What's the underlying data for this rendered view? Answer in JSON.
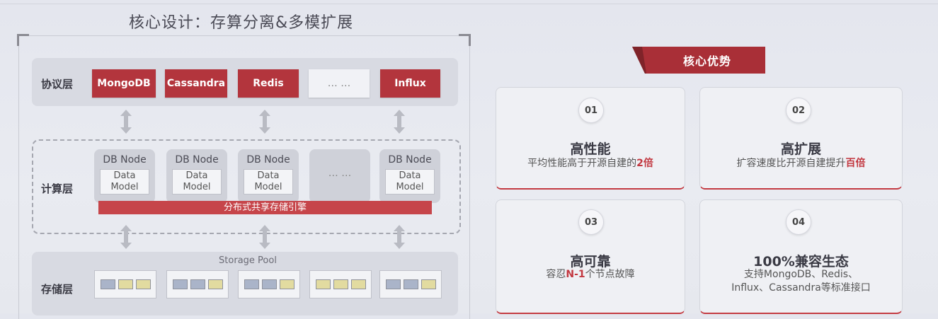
{
  "title": "核心设计：存算分离&多模扩展",
  "architecture": {
    "protocol_layer": {
      "label": "协议层",
      "items": [
        "MongoDB",
        "Cassandra",
        "Redis",
        "… …",
        "Influx"
      ]
    },
    "compute_layer": {
      "label": "计算层",
      "nodes": [
        {
          "name": "DB Node",
          "model_line1": "Data",
          "model_line2": "Model"
        },
        {
          "name": "DB Node",
          "model_line1": "Data",
          "model_line2": "Model"
        },
        {
          "name": "DB Node",
          "model_line1": "Data",
          "model_line2": "Model"
        },
        {
          "name": "… …",
          "model_line1": "",
          "model_line2": ""
        },
        {
          "name": "DB Node",
          "model_line1": "Data",
          "model_line2": "Model"
        }
      ],
      "engine": "分布式共享存储引擎"
    },
    "storage_layer": {
      "label": "存储层",
      "pool_label": "Storage Pool"
    }
  },
  "advantages": {
    "banner": "核心优势",
    "cards": [
      {
        "num": "01",
        "title": "高性能",
        "desc_pre": "平均性能高于开源自建的",
        "desc_hl": "2倍",
        "desc_post": ""
      },
      {
        "num": "02",
        "title": "高扩展",
        "desc_pre": "扩容速度比开源自建提升",
        "desc_hl": "百倍",
        "desc_post": ""
      },
      {
        "num": "03",
        "title": "高可靠",
        "desc_pre": "容忍",
        "desc_hl": "N-1",
        "desc_post": "个节点故障"
      },
      {
        "num": "04",
        "title": "100%兼容生态",
        "desc_line1": "支持MongoDB、Redis、",
        "desc_line2": "Influx、Cassandra等标准接口"
      }
    ]
  },
  "colors": {
    "accent_red": "#b3353d",
    "layer_bg": "#d8dae2",
    "disk_blue": "#aab4c9",
    "disk_yellow": "#e2dba0"
  }
}
